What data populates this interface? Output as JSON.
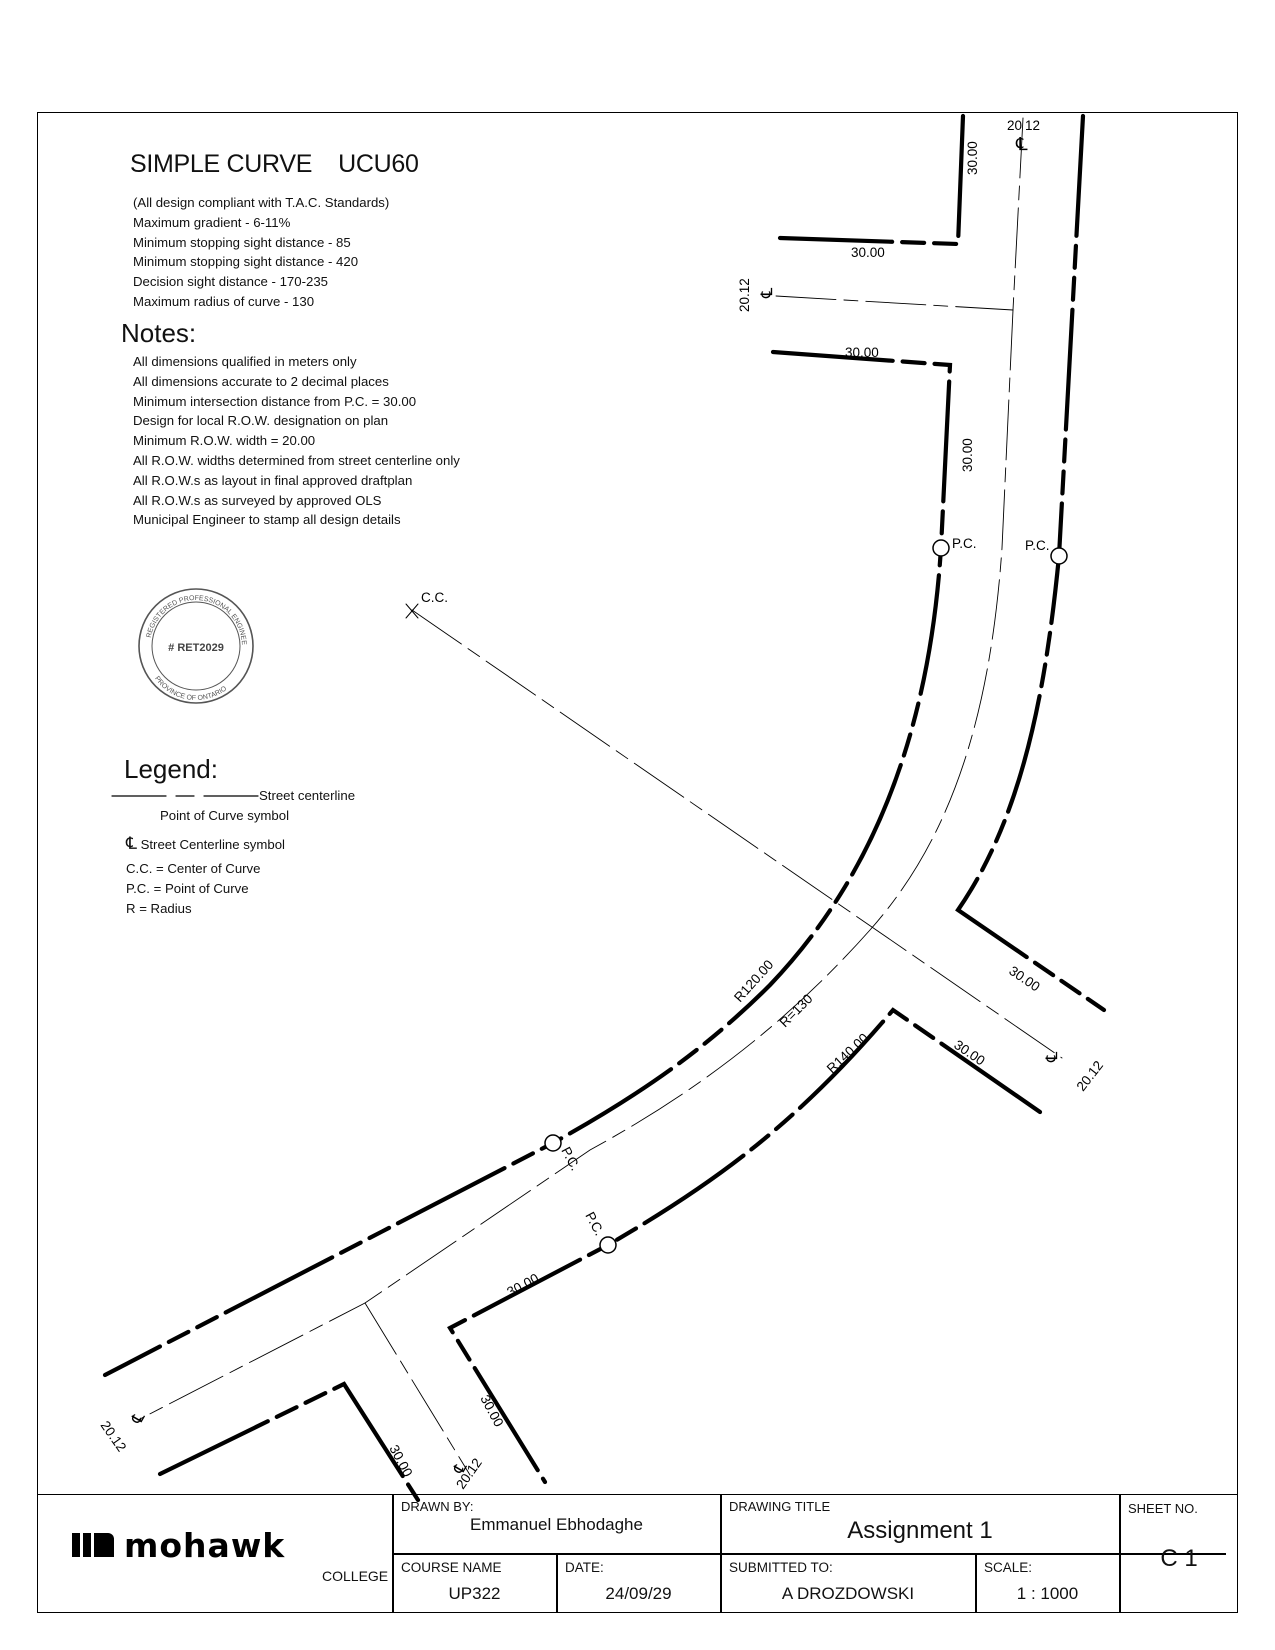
{
  "header": {
    "title_left": "SIMPLE CURVE",
    "title_right": "UCU60"
  },
  "design_specs": [
    "(All design compliant with T.A.C. Standards)",
    "Maximum gradient - 6-11%",
    "Minimum stopping sight distance - 85",
    "Minimum stopping sight distance - 420",
    "Decision sight distance - 170-235",
    "Maximum radius of curve - 130"
  ],
  "notes": {
    "heading": "Notes:",
    "items": [
      "All dimensions qualified in meters only",
      "All dimensions accurate to 2 decimal places",
      "Minimum intersection distance from P.C. = 30.00",
      "Design for local R.O.W. designation on plan",
      "Minimum R.O.W. width = 20.00",
      "All R.O.W. widths determined from street centerline only",
      "All R.O.W.s as layout in final approved draftplan",
      "All R.O.W.s as surveyed by approved OLS",
      "Municipal Engineer to stamp all design details"
    ]
  },
  "stamp": {
    "center_text": "# RET2029",
    "ring_top": "REGISTERED PROFESSIONAL ENGINEER",
    "ring_bottom": "PROVINCE OF ONTARIO"
  },
  "legend": {
    "heading": "Legend:",
    "centerline_label": "Street centerline",
    "pc_symbol_label": "Point of Curve symbol",
    "cl_symbol_glyph": "℄",
    "cl_symbol_label": "Street Centerline symbol",
    "cc_def": "C.C. = Center of Curve",
    "pc_def": "P.C. = Point of Curve",
    "r_def": "R = Radius"
  },
  "drawing_labels": {
    "cc": "C.C.",
    "pc": "P.C.",
    "r_inner": "R120.00",
    "r_center": "R=130",
    "r_outer": "R140.00",
    "dim_30": "30.00",
    "row_width": "20.12",
    "row_width_split_a": "20",
    "row_width_split_b": "12",
    "cl_glyph": "℄"
  },
  "title_block": {
    "logo_text": "mohawk",
    "logo_sub": "COLLEGE",
    "drawn_by_label": "DRAWN BY:",
    "drawn_by": "Emmanuel Ebhodaghe",
    "course_label": "COURSE NAME",
    "course": "UP322",
    "date_label": "DATE:",
    "date": "24/09/29",
    "drawing_title_label": "DRAWING TITLE",
    "drawing_title": "Assignment 1",
    "submitted_label": "SUBMITTED TO:",
    "submitted_to": "A DROZDOWSKI",
    "scale_label": "SCALE:",
    "scale": "1 : 1000",
    "sheet_label": "SHEET NO.",
    "sheet_no": "C 1"
  }
}
